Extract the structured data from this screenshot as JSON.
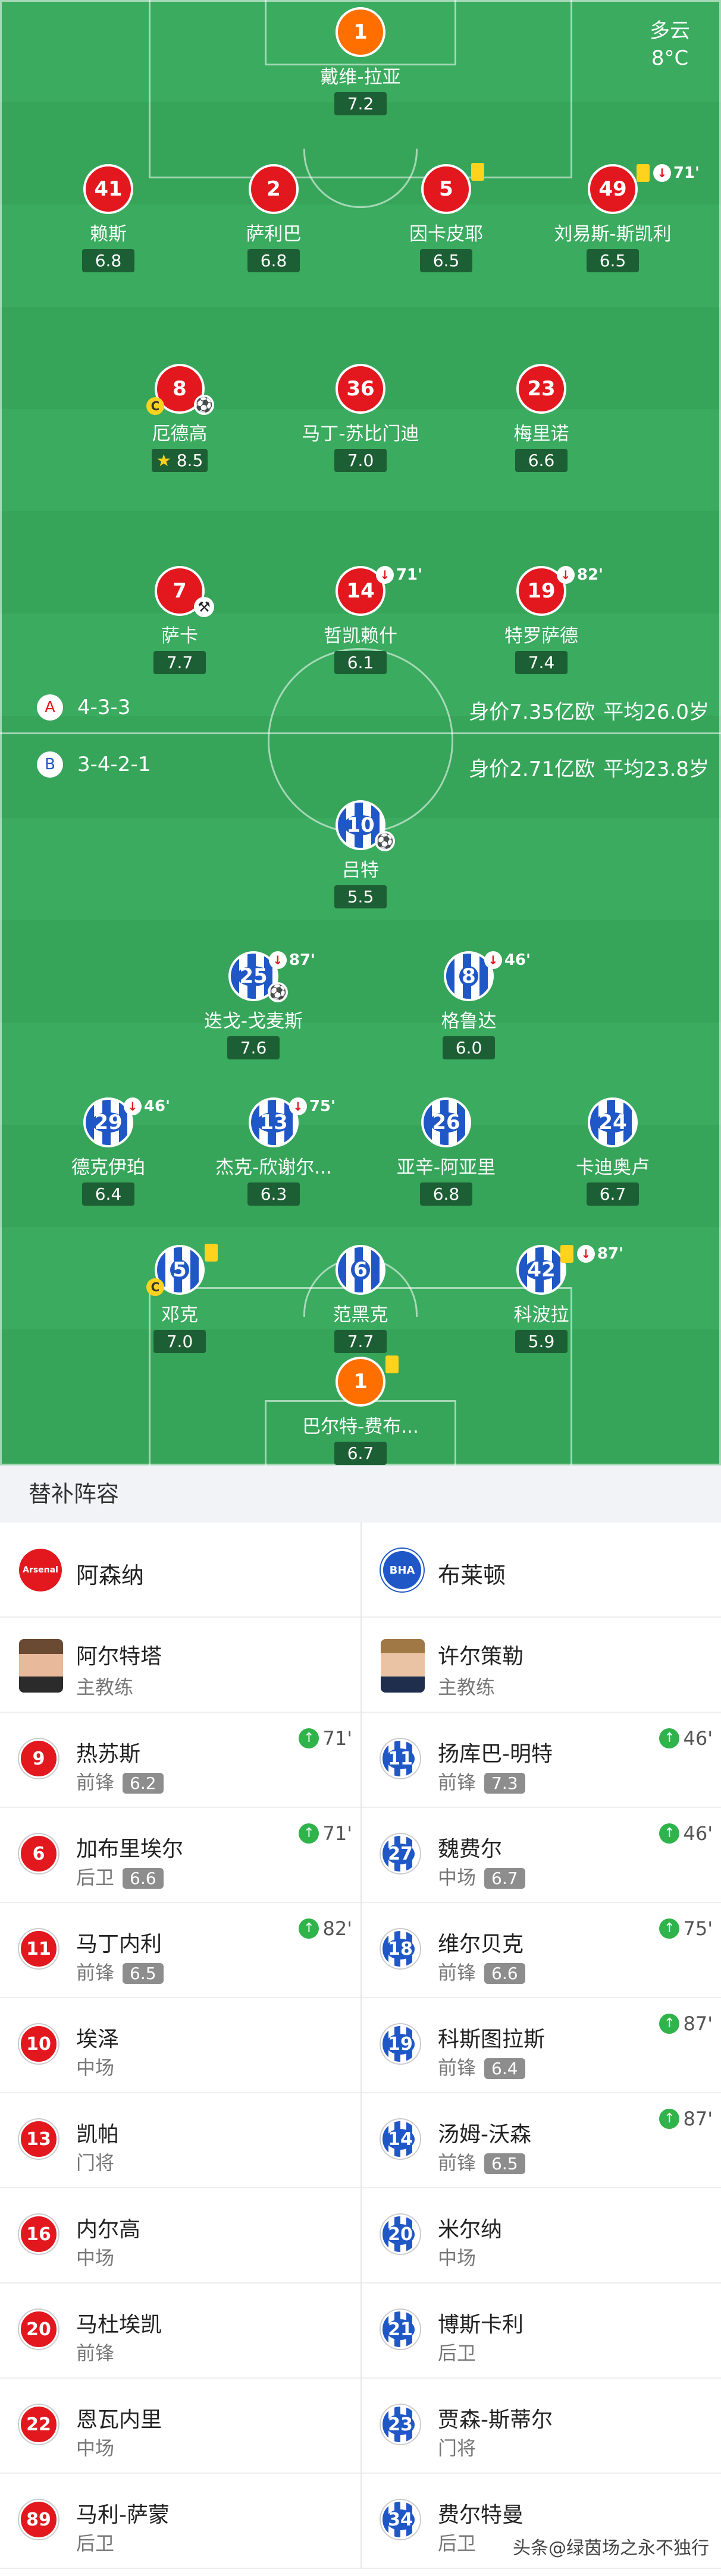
{
  "weather": {
    "condition": "多云",
    "temp": "8°C"
  },
  "home": {
    "formation": "4-3-3",
    "value": "身价7.35亿欧",
    "avg_age": "平均26.0岁",
    "players": {
      "gk": {
        "num": "1",
        "name": "戴维-拉亚",
        "rating": "7.2"
      },
      "d1": {
        "num": "41",
        "name": "赖斯",
        "rating": "6.8"
      },
      "d2": {
        "num": "2",
        "name": "萨利巴",
        "rating": "6.8"
      },
      "d3": {
        "num": "5",
        "name": "因卡皮耶",
        "rating": "6.5"
      },
      "d4": {
        "num": "49",
        "name": "刘易斯-斯凯利",
        "rating": "6.5",
        "sub_min": "71'"
      },
      "m1": {
        "num": "8",
        "name": "厄德高",
        "rating": "8.5"
      },
      "m2": {
        "num": "36",
        "name": "马丁-苏比门迪",
        "rating": "7.0"
      },
      "m3": {
        "num": "23",
        "name": "梅里诺",
        "rating": "6.6"
      },
      "f1": {
        "num": "7",
        "name": "萨卡",
        "rating": "7.7"
      },
      "f2": {
        "num": "14",
        "name": "哲凯赖什",
        "rating": "6.1",
        "sub_min": "71'"
      },
      "f3": {
        "num": "19",
        "name": "特罗萨德",
        "rating": "7.4",
        "sub_min": "82'"
      }
    }
  },
  "away": {
    "formation": "3-4-2-1",
    "value": "身价2.71亿欧",
    "avg_age": "平均23.8岁",
    "players": {
      "st": {
        "num": "10",
        "name": "吕特",
        "rating": "5.5"
      },
      "am1": {
        "num": "25",
        "name": "迭戈-戈麦斯",
        "rating": "7.6",
        "sub_min": "87'"
      },
      "am2": {
        "num": "8",
        "name": "格鲁达",
        "rating": "6.0",
        "sub_min": "46'"
      },
      "m1": {
        "num": "29",
        "name": "德克伊珀",
        "rating": "6.4",
        "sub_min": "46'"
      },
      "m2": {
        "num": "13",
        "name": "杰克-欣谢尔...",
        "rating": "6.3",
        "sub_min": "75'"
      },
      "m3": {
        "num": "26",
        "name": "亚辛-阿亚里",
        "rating": "6.8"
      },
      "m4": {
        "num": "24",
        "name": "卡迪奥卢",
        "rating": "6.7"
      },
      "d1": {
        "num": "5",
        "name": "邓克",
        "rating": "7.0"
      },
      "d2": {
        "num": "6",
        "name": "范黑克",
        "rating": "7.7"
      },
      "d3": {
        "num": "42",
        "name": "科波拉",
        "rating": "5.9",
        "sub_min": "87'"
      },
      "gk": {
        "num": "1",
        "name": "巴尔特-费布...",
        "rating": "6.7"
      }
    }
  },
  "subs": {
    "title": "替补阵容",
    "home_team": "阿森纳",
    "away_team": "布莱顿",
    "home_logo_text": "Arsenal",
    "away_logo_text": "BHA",
    "home_coach": {
      "name": "阿尔特塔",
      "role": "主教练"
    },
    "away_coach": {
      "name": "许尔策勒",
      "role": "主教练"
    },
    "home_list": [
      {
        "num": "9",
        "name": "热苏斯",
        "pos": "前锋",
        "rating": "6.2",
        "in": "71'"
      },
      {
        "num": "6",
        "name": "加布里埃尔",
        "pos": "后卫",
        "rating": "6.6",
        "in": "71'"
      },
      {
        "num": "11",
        "name": "马丁内利",
        "pos": "前锋",
        "rating": "6.5",
        "in": "82'"
      },
      {
        "num": "10",
        "name": "埃泽",
        "pos": "中场"
      },
      {
        "num": "13",
        "name": "凯帕",
        "pos": "门将"
      },
      {
        "num": "16",
        "name": "内尔高",
        "pos": "中场"
      },
      {
        "num": "20",
        "name": "马杜埃凯",
        "pos": "前锋"
      },
      {
        "num": "22",
        "name": "恩瓦内里",
        "pos": "中场"
      },
      {
        "num": "89",
        "name": "马利-萨蒙",
        "pos": "后卫"
      }
    ],
    "away_list": [
      {
        "num": "11",
        "name": "扬库巴-明特",
        "pos": "前锋",
        "rating": "7.3",
        "in": "46'"
      },
      {
        "num": "27",
        "name": "魏费尔",
        "pos": "中场",
        "rating": "6.7",
        "in": "46'"
      },
      {
        "num": "18",
        "name": "维尔贝克",
        "pos": "前锋",
        "rating": "6.6",
        "in": "75'"
      },
      {
        "num": "19",
        "name": "科斯图拉斯",
        "pos": "前锋",
        "rating": "6.4",
        "in": "87'"
      },
      {
        "num": "14",
        "name": "汤姆-沃森",
        "pos": "前锋",
        "rating": "6.5",
        "in": "87'"
      },
      {
        "num": "20",
        "name": "米尔纳",
        "pos": "中场"
      },
      {
        "num": "21",
        "name": "博斯卡利",
        "pos": "后卫"
      },
      {
        "num": "23",
        "name": "贾森-斯蒂尔",
        "pos": "门将"
      },
      {
        "num": "34",
        "name": "费尔特曼",
        "pos": "后卫"
      }
    ]
  },
  "watermark": "头条@绿茵场之永不独行"
}
